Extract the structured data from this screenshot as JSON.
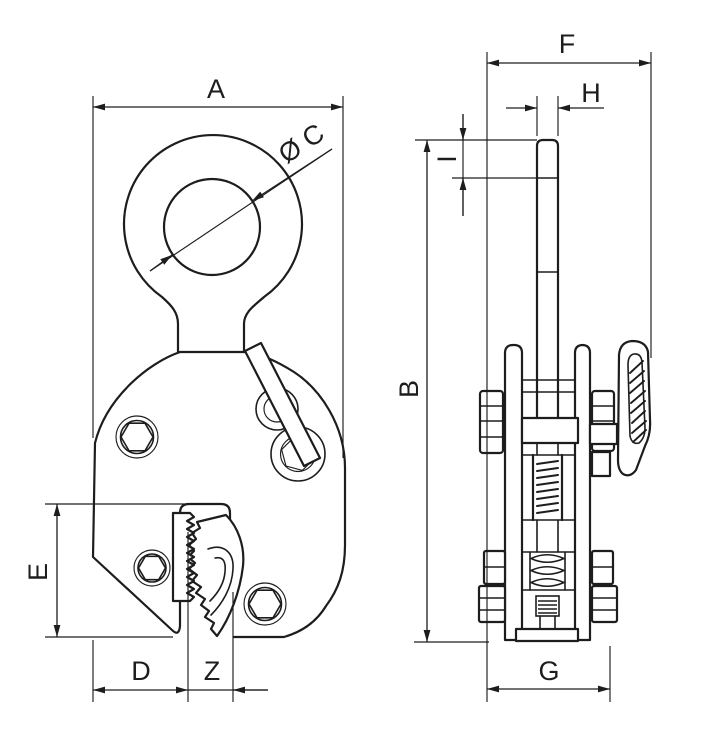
{
  "drawing": {
    "subject": "Vertical plate lifting clamp - dimensional line drawing, front view and side view",
    "background_color": "#ffffff",
    "line_color": "#1d1d1d",
    "labels": {
      "A": "A",
      "C": "Ø C",
      "E": "E",
      "D": "D",
      "Z": "Z",
      "F": "F",
      "H": "H",
      "I": "I",
      "B": "B",
      "G": "G"
    }
  }
}
